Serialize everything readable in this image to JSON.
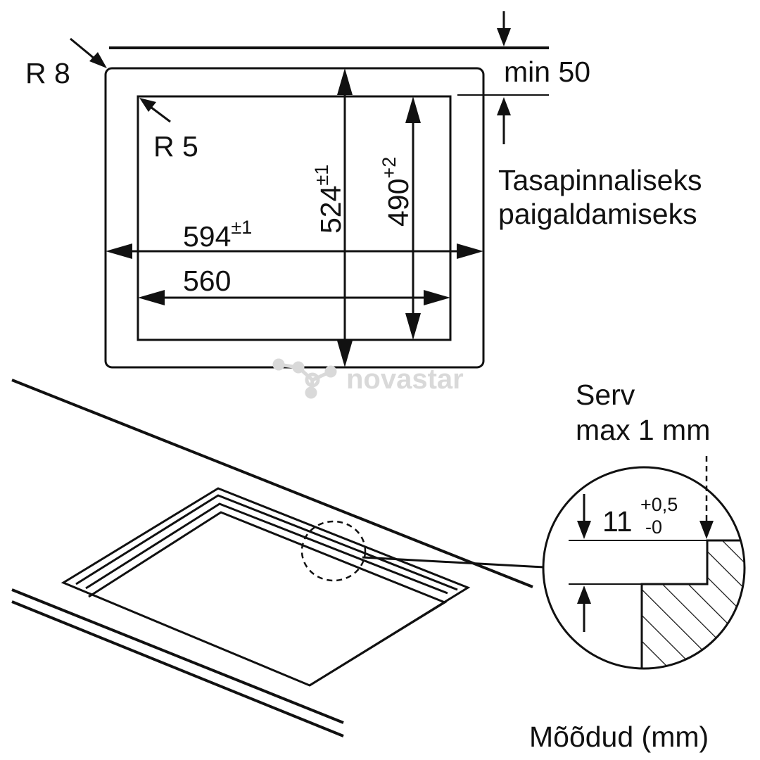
{
  "labels": {
    "outer_radius": "R 8",
    "inner_radius": "R 5",
    "min_clearance": "min 50",
    "flush_install_line1": "Tasapinnaliseks",
    "flush_install_line2": "paigaldamiseks",
    "width_outer_value": "594",
    "width_outer_tol": "±1",
    "width_inner_value": "560",
    "depth_outer_value": "524",
    "depth_outer_tol": "±1",
    "depth_inner_value": "490",
    "depth_inner_tol": "+2",
    "edge_line1": "Serv",
    "edge_line2": "max 1 mm",
    "rebate_value": "11",
    "rebate_tol_plus": "+0,5",
    "rebate_tol_minus": "-0",
    "units": "Mõõdud (mm)"
  },
  "watermark": "novastar",
  "colors": {
    "ink": "#111111",
    "watermark": "#d9d9d9",
    "background": "#ffffff"
  }
}
